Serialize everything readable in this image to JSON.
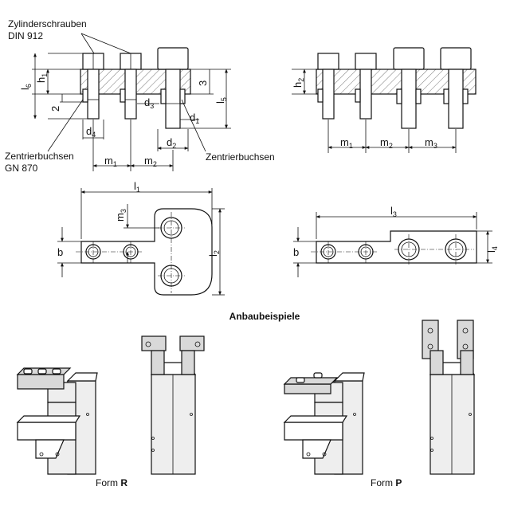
{
  "labels": {
    "cylinder_screws_line1": "Zylinderschrauben",
    "cylinder_screws_line2": "DIN 912",
    "centering_bushes_left_line1": "Zentrierbuchsen",
    "centering_bushes_left_line2": "GN 870",
    "centering_bushes_right": "Zentrierbuchsen",
    "section_title": "Anbaubeispiele",
    "form_prefix": "Form",
    "form_r": "R",
    "form_p": "P"
  },
  "dimensions": {
    "h": "h",
    "l": "l",
    "d": "d",
    "m": "m",
    "b": "b",
    "two": "2",
    "three": "3",
    "s1": "1",
    "s2": "2",
    "s3": "3",
    "s4": "4",
    "s5": "5",
    "s6": "6"
  },
  "colors": {
    "line": "#111111",
    "part_fill": "#d9d9d9",
    "background": "#ffffff"
  },
  "icons": [
    "cylinder-screw",
    "centering-bush",
    "gripper-jaw"
  ]
}
